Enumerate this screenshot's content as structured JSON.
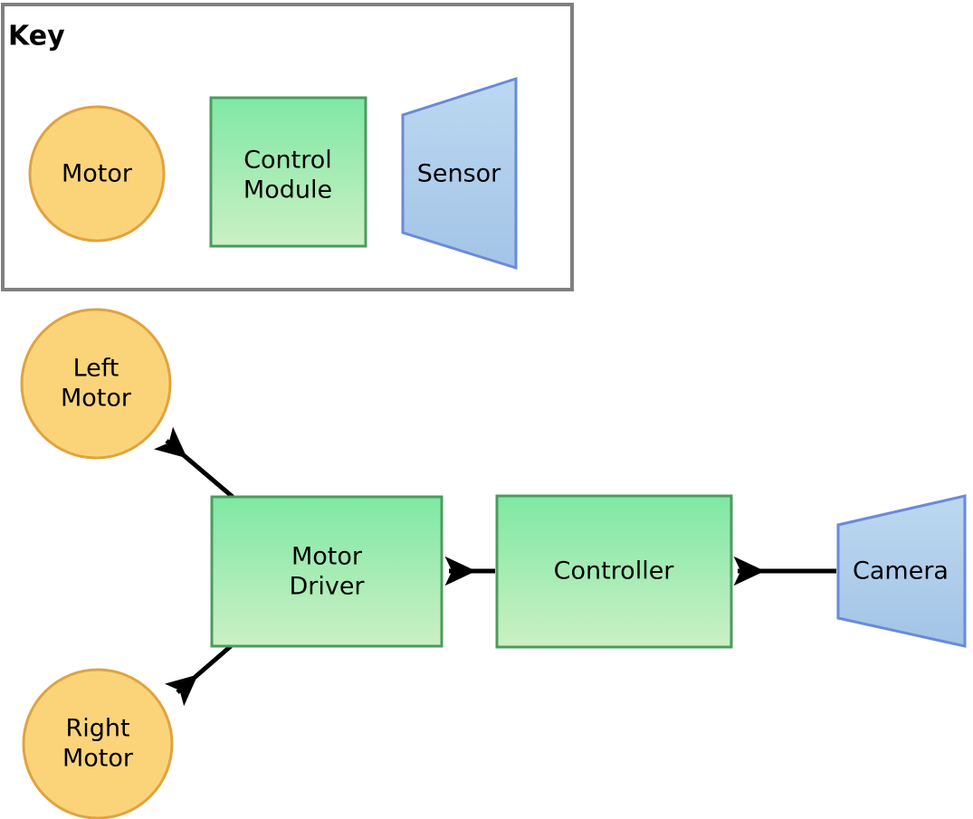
{
  "diagram": {
    "title_visible": false,
    "background": "#ffffff"
  },
  "key": {
    "title": "Key",
    "border_color": "#808080",
    "items": [
      {
        "label": "Motor",
        "shape": "circle",
        "fill": "#fbd47a",
        "stroke": "#e0a33e"
      },
      {
        "label_line1": "Control",
        "label_line2": "Module",
        "label": "Control Module",
        "shape": "rectangle",
        "fill_top": "#7fe8a4",
        "fill_bottom": "#c9efc3",
        "stroke": "#4c9b5e"
      },
      {
        "label": "Sensor",
        "shape": "trapezoid",
        "fill_top": "#b7d4ef",
        "fill_bottom": "#a6c6e8",
        "stroke": "#6a8ad8"
      }
    ]
  },
  "nodes": [
    {
      "id": "left-motor",
      "label_line1": "Left",
      "label_line2": "Motor",
      "label": "Left Motor",
      "type": "motor",
      "shape": "circle",
      "fill": "#fbd47a",
      "stroke": "#e0a33e"
    },
    {
      "id": "right-motor",
      "label_line1": "Right",
      "label_line2": "Motor",
      "label": "Right Motor",
      "type": "motor",
      "shape": "circle",
      "fill": "#fbd47a",
      "stroke": "#e0a33e"
    },
    {
      "id": "motor-driver",
      "label_line1": "Motor",
      "label_line2": "Driver",
      "label": "Motor Driver",
      "type": "control-module",
      "shape": "rectangle",
      "fill_top": "#7fe8a4",
      "fill_bottom": "#c9efc3",
      "stroke": "#4c9b5e"
    },
    {
      "id": "controller",
      "label": "Controller",
      "type": "control-module",
      "shape": "rectangle",
      "fill_top": "#7fe8a4",
      "fill_bottom": "#c9efc3",
      "stroke": "#4c9b5e"
    },
    {
      "id": "camera",
      "label": "Camera",
      "type": "sensor",
      "shape": "trapezoid",
      "fill_top": "#b7d4ef",
      "fill_bottom": "#a6c6e8",
      "stroke": "#6a8ad8"
    }
  ],
  "edges": [
    {
      "id": "camera-to-controller",
      "from": "camera",
      "to": "controller",
      "style": "solid",
      "arrow": "single",
      "color": "#000000",
      "label": ""
    },
    {
      "id": "controller-to-motor-driver",
      "from": "controller",
      "to": "motor-driver",
      "style": "solid",
      "arrow": "single",
      "color": "#000000",
      "label": ""
    },
    {
      "id": "motor-driver-to-left-motor",
      "from": "motor-driver",
      "to": "left-motor",
      "style": "solid",
      "arrow": "single",
      "color": "#000000",
      "label": ""
    },
    {
      "id": "motor-driver-to-right-motor",
      "from": "motor-driver",
      "to": "right-motor",
      "style": "solid",
      "arrow": "single",
      "color": "#000000",
      "label": ""
    }
  ]
}
